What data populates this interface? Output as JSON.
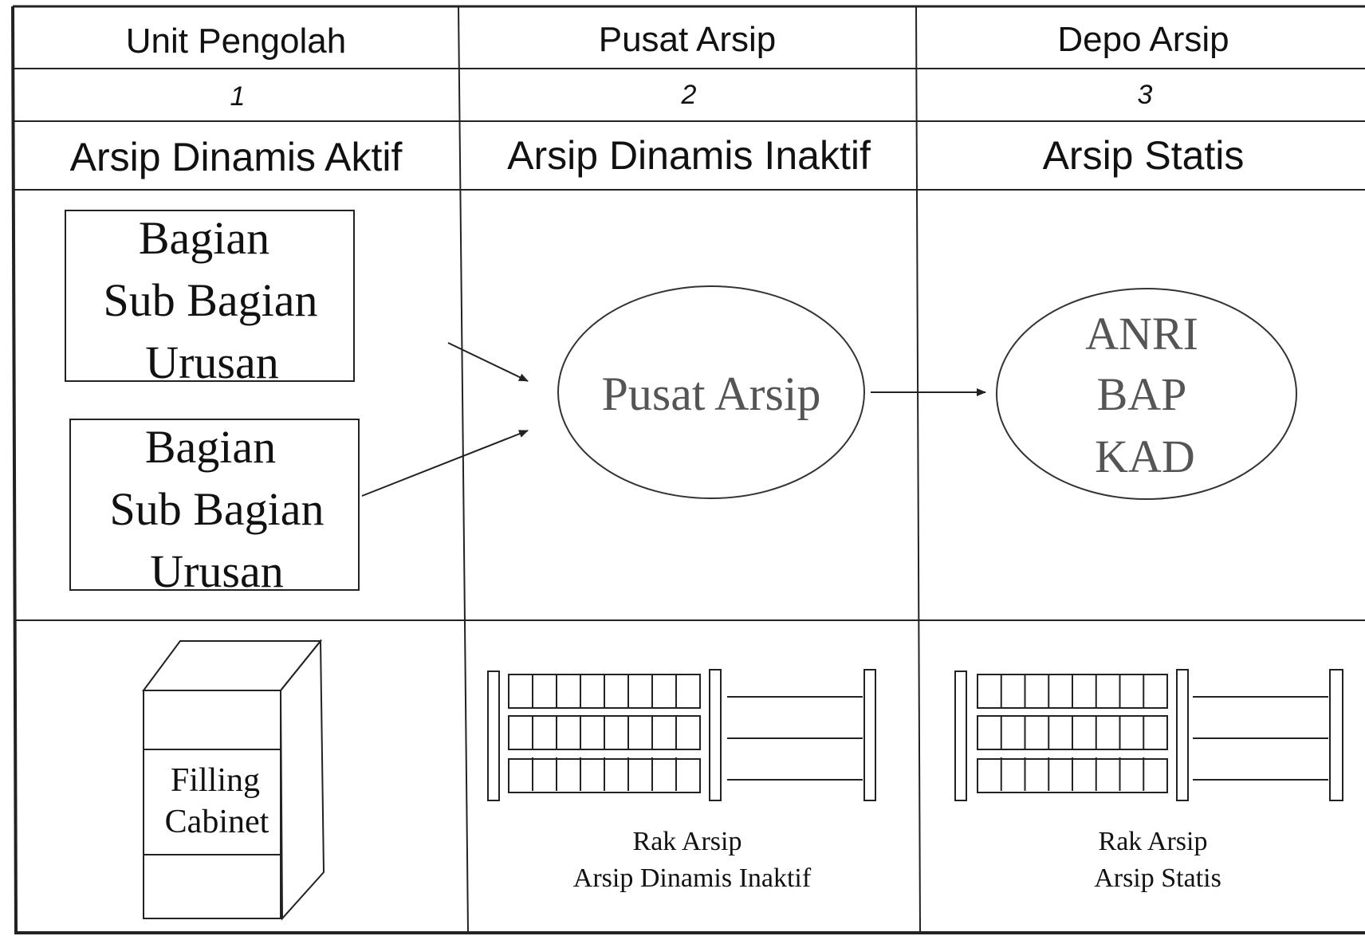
{
  "header": {
    "columns": [
      "Unit Pengolah",
      "Pusat Arsip",
      "Depo Arsip"
    ],
    "numbers": [
      "1",
      "2",
      "3"
    ],
    "categories": [
      "Arsip Dinamis Aktif",
      "Arsip Dinamis Inaktif",
      "Arsip Statis"
    ]
  },
  "units": {
    "box1": [
      "Bagian",
      "Sub Bagian",
      "Urusan"
    ],
    "box2": [
      "Bagian",
      "Sub Bagian",
      "Urusan"
    ]
  },
  "center_ellipse": {
    "label": "Pusat Arsip"
  },
  "right_ellipse": {
    "lines": [
      "ANRI",
      "BAP",
      "KAD"
    ]
  },
  "cabinet": {
    "lines": [
      "Filling",
      "Cabinet"
    ]
  },
  "rack_middle": {
    "caption": [
      "Rak Arsip",
      "Arsip Dinamis Inaktif"
    ]
  },
  "rack_right": {
    "caption": [
      "Rak Arsip",
      "Arsip Statis"
    ]
  }
}
